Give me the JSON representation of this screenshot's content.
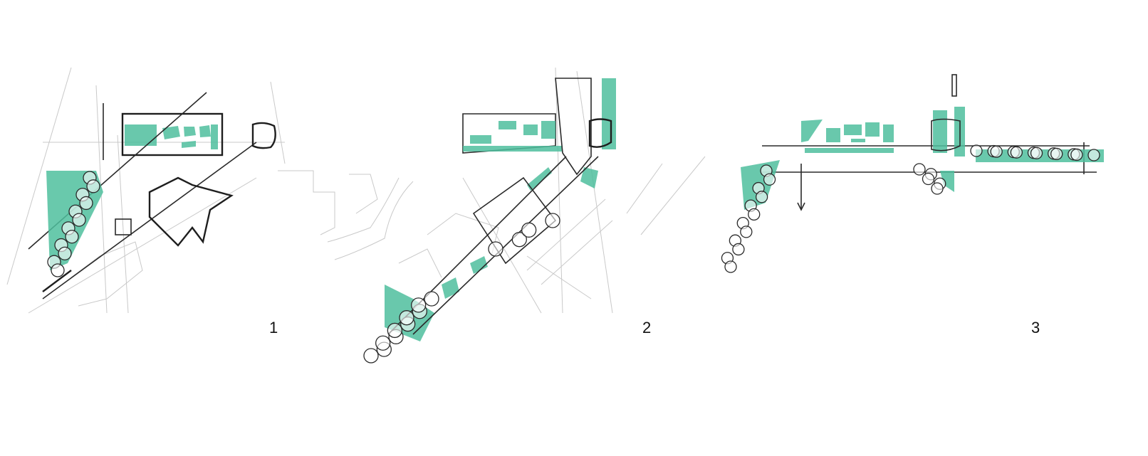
{
  "colors": {
    "teal": "#4fbf9e",
    "ink": "#2a2a2a",
    "pencil": "#c9c9c9"
  },
  "sketches": [
    {
      "label": "1"
    },
    {
      "label": "2"
    },
    {
      "label": "3"
    }
  ]
}
